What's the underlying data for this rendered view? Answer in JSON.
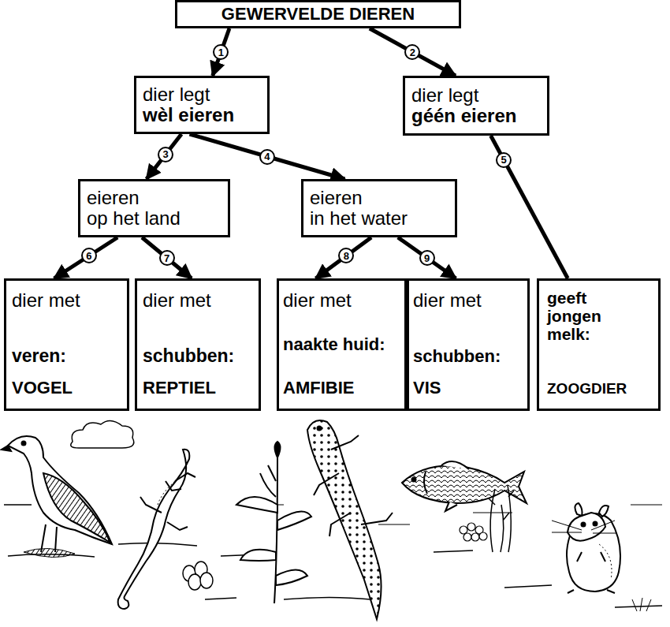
{
  "diagram": {
    "nodes": [
      {
        "text": [
          "GEWERVELDE DIEREN"
        ]
      },
      {
        "text": [
          "dier legt",
          "wèl eieren"
        ]
      },
      {
        "text": [
          "dier legt",
          "géén eieren"
        ]
      },
      {
        "text": [
          "eieren",
          "op het land"
        ]
      },
      {
        "text": [
          "eieren",
          "in het water"
        ]
      },
      {
        "text": [
          "dier met",
          "veren:",
          "VOGEL"
        ]
      },
      {
        "text": [
          "dier met",
          "schubben:",
          "REPTIEL"
        ]
      },
      {
        "text": [
          "dier met",
          "naakte huid:",
          "AMFIBIE"
        ]
      },
      {
        "text": [
          "dier met",
          "schubben:",
          "VIS"
        ]
      },
      {
        "text": [
          "geeft jongen melk:",
          "ZOOGDIER"
        ]
      }
    ],
    "edges": [
      {
        "from": 0,
        "to": 1,
        "arrow": "to",
        "label": "1"
      },
      {
        "from": 0,
        "to": 2,
        "arrow": "to",
        "label": "2"
      },
      {
        "from": 1,
        "to": 3,
        "arrow": "to",
        "label": "3"
      },
      {
        "from": 1,
        "to": 4,
        "arrow": "to",
        "label": "4"
      },
      {
        "from": 2,
        "to": 9,
        "arrow": "none",
        "label": "5"
      },
      {
        "from": 3,
        "to": 5,
        "arrow": "to",
        "label": "6"
      },
      {
        "from": 3,
        "to": 6,
        "arrow": "to",
        "label": "7"
      },
      {
        "from": 4,
        "to": 7,
        "arrow": "to",
        "label": "8"
      },
      {
        "from": 4,
        "to": 8,
        "arrow": "to",
        "label": "9"
      }
    ]
  }
}
